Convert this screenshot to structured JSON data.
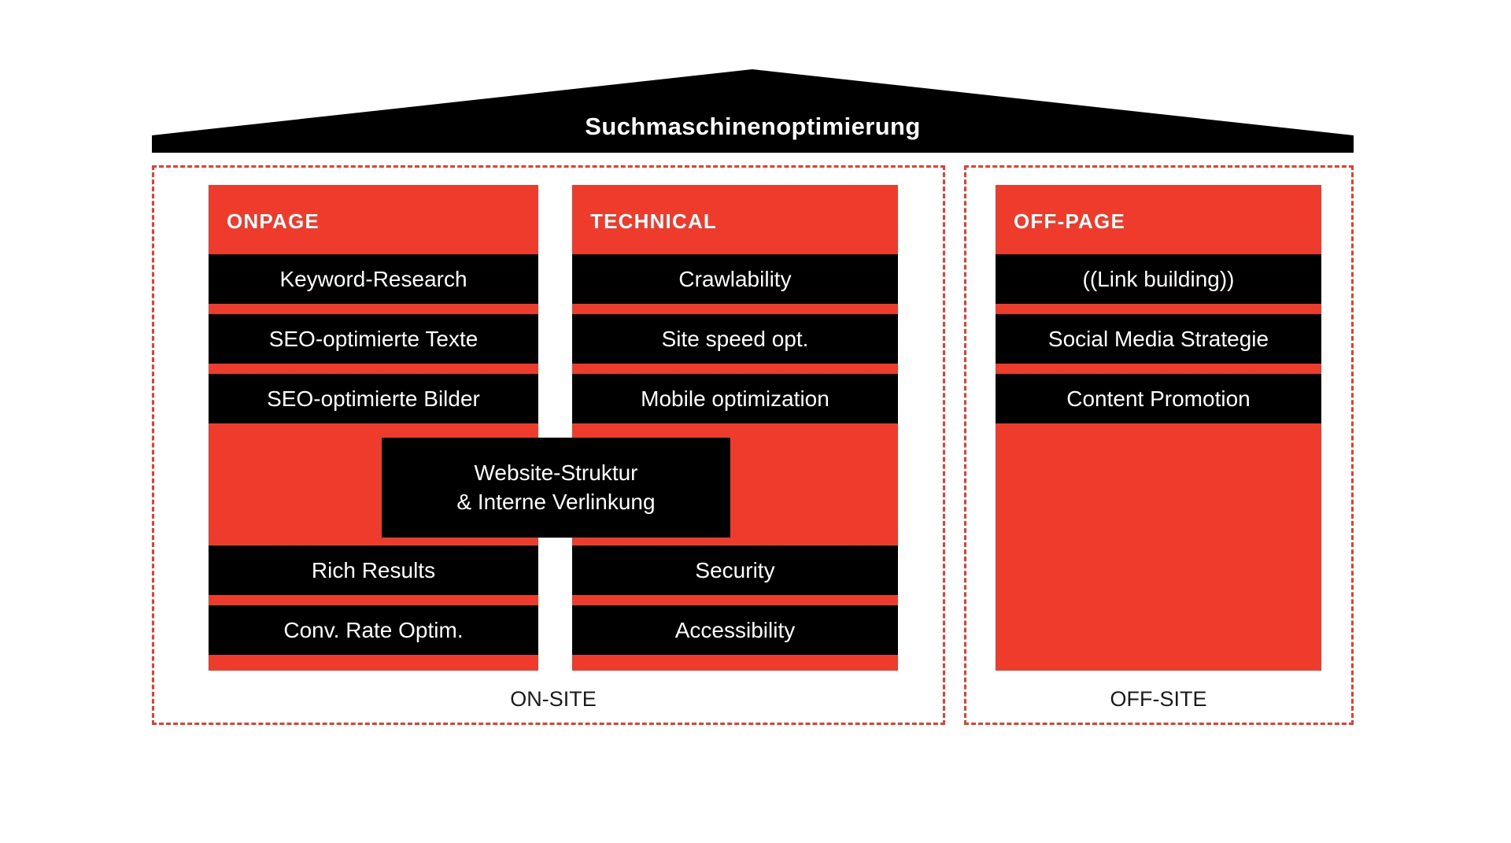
{
  "theme": {
    "red": "#ee3b2b",
    "black": "#000000",
    "white": "#ffffff",
    "background": "#ffffff",
    "dashed_border_color": "#ee3b2b"
  },
  "roof": {
    "title": "Suchmaschinenoptimierung",
    "shape": "chevron-roof"
  },
  "groups": [
    {
      "key": "on_site",
      "footer_label": "ON-SITE",
      "columns": [
        {
          "key": "onpage",
          "header": "ONPAGE",
          "items": [
            "Keyword-Research",
            "SEO-optimierte Texte",
            "SEO-optimierte Bilder",
            "Rich Results",
            "Conv. Rate Optim."
          ]
        },
        {
          "key": "technical",
          "header": "TECHNICAL",
          "items": [
            "Crawlability",
            "Site speed opt.",
            "Mobile optimization",
            "Security",
            "Accessibility"
          ]
        }
      ]
    },
    {
      "key": "off_site",
      "footer_label": "OFF-SITE",
      "columns": [
        {
          "key": "offpage",
          "header": "OFF-PAGE",
          "items": [
            "((Link building))",
            "Social Media Strategie",
            "Content Promotion"
          ]
        }
      ]
    }
  ],
  "center_box": {
    "line1": "Website-Struktur",
    "line2": "& Interne Verlinkung"
  }
}
